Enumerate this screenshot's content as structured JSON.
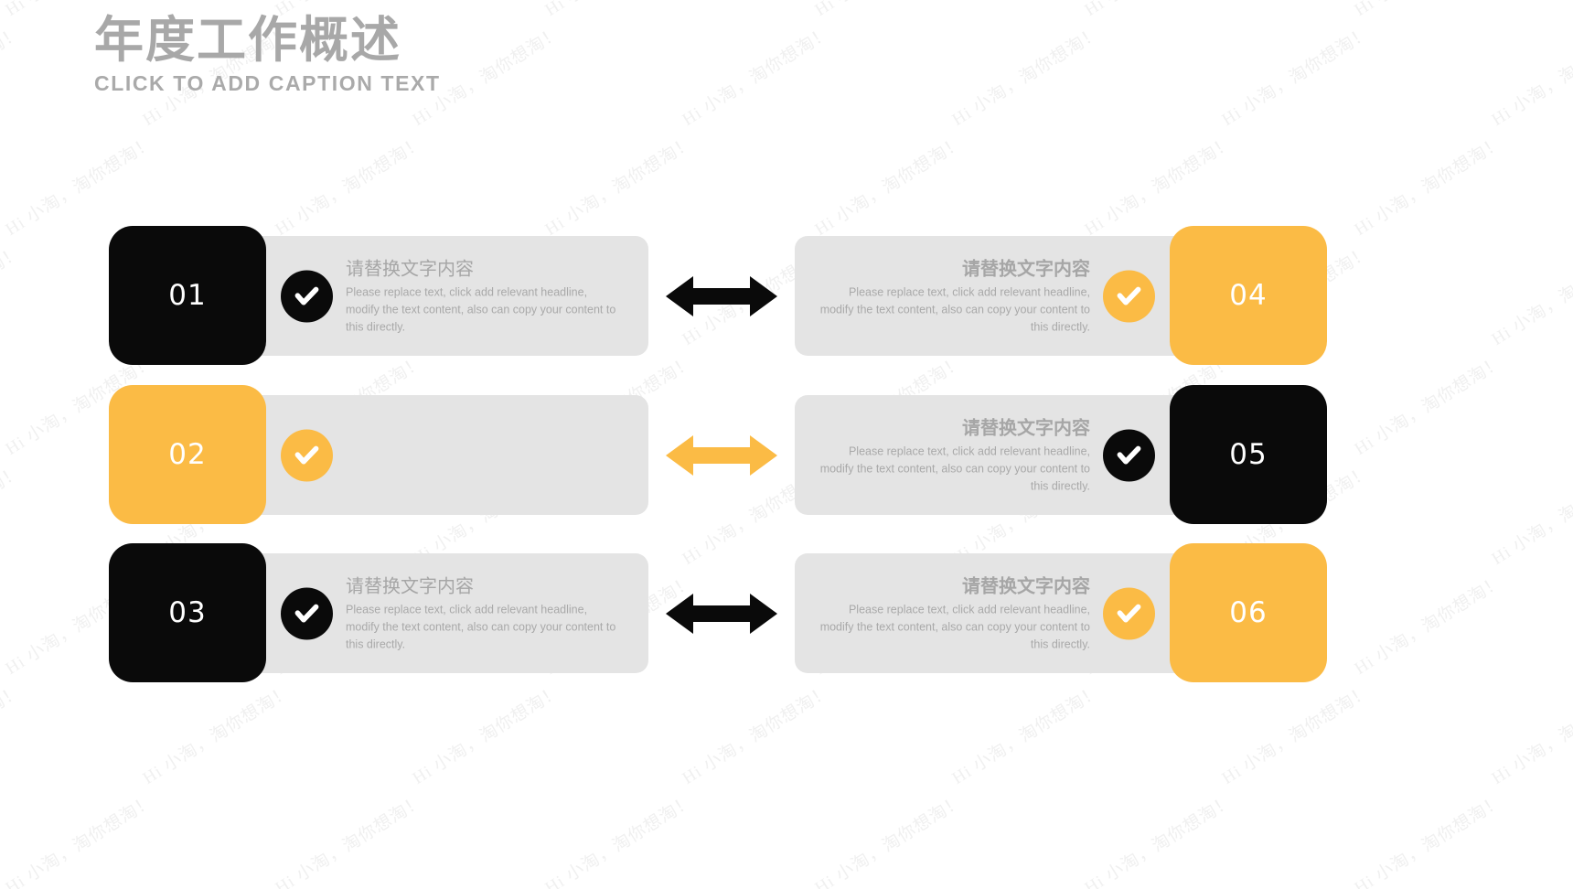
{
  "slide": {
    "title": "年度工作概述",
    "subtitle": "CLICK TO ADD CAPTION TEXT",
    "watermark_text": "Hi 小淘，淘你想淘！",
    "background": "#FFFFFF"
  },
  "colors": {
    "black": "#0A0A0A",
    "yellow": "#FBBB45",
    "panel_gray": "#E4E4E4",
    "text_gray": "#A6A6A6",
    "title_gray": "#A8A8A8",
    "watermark_gray": "#F0F0F0",
    "check_glyph": "#FFFFFF"
  },
  "common": {
    "heading": "请替换文字内容",
    "body": "Please  replace text, click add relevant headline, modify the text content, also can copy your content to this directly.",
    "check_icon": "check-circle-icon",
    "arrow_icon": "double-headed-arrow-icon"
  },
  "rows": [
    {
      "arrow_color": "#0A0A0A",
      "left": {
        "number": "01",
        "box_color": "#0A0A0A",
        "check_color": "#0A0A0A",
        "heading": "请替换文字内容",
        "body": "Please  replace text, click add relevant headline, modify the text content, also can copy your content to this directly."
      },
      "right": {
        "number": "04",
        "box_color": "#FBBB45",
        "check_color": "#FBBB45",
        "heading": "请替换文字内容",
        "body": "Please  replace text, click add relevant headline, modify the text content, also can copy your content to this directly."
      }
    },
    {
      "arrow_color": "#FBBB45",
      "left": {
        "number": "02",
        "box_color": "#FBBB45",
        "check_color": "#FBBB45",
        "heading": "",
        "body": ""
      },
      "right": {
        "number": "05",
        "box_color": "#0A0A0A",
        "check_color": "#0A0A0A",
        "heading": "请替换文字内容",
        "body": "Please  replace text, click add relevant headline, modify the text content, also can copy your content to this directly."
      }
    },
    {
      "arrow_color": "#0A0A0A",
      "left": {
        "number": "03",
        "box_color": "#0A0A0A",
        "check_color": "#0A0A0A",
        "heading": "请替换文字内容",
        "body": "Please  replace text, click add relevant headline, modify the text content, also can copy your content to this directly."
      },
      "right": {
        "number": "06",
        "box_color": "#FBBB45",
        "check_color": "#FBBB45",
        "heading": "请替换文字内容",
        "body": "Please  replace text, click add relevant headline, modify the text content, also can copy your content to this directly."
      }
    }
  ]
}
